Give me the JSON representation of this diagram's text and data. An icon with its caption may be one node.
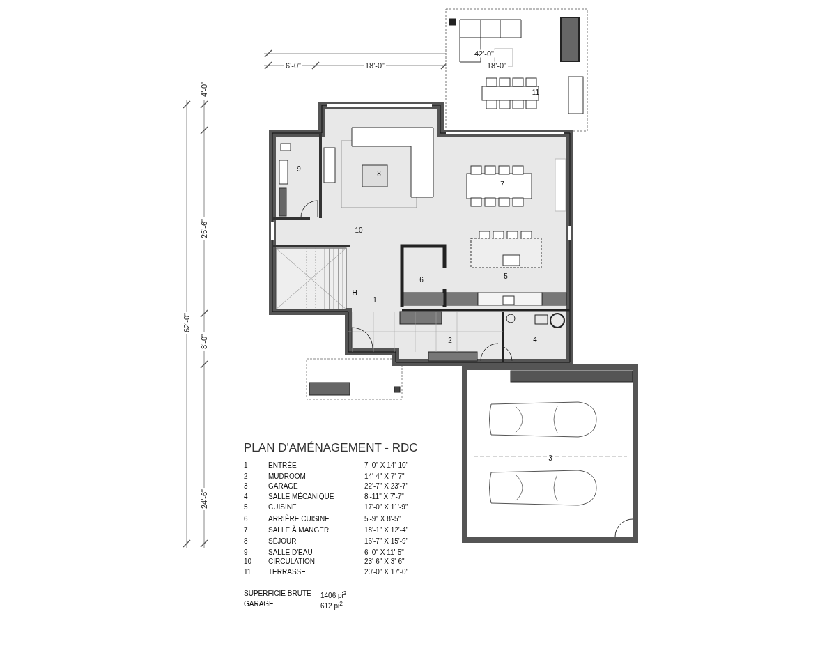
{
  "diagram": {
    "title": "PLAN D'AMÉNAGEMENT - RDC",
    "labels": [
      "42'-0\"",
      "6'-0\"",
      "18'-0\"",
      "18'-0\"",
      "4'-0\"",
      "62'-0\"",
      "25'-6\"",
      "8'-0\"",
      "24'-6\"",
      "11",
      "9",
      "8",
      "7",
      "10",
      "5",
      "6",
      "H",
      "1",
      "2",
      "4",
      "3",
      "1",
      "ENTRÉE",
      "7'-0\" X 14'-10\"",
      "2",
      "MUDROOM",
      "14'-4\" X 7'-7\"",
      "3",
      "GARAGE",
      "22'-7\" X 23'-7\"",
      "4",
      "SALLE MÉCANIQUE",
      "8'-11\" X 7'-7\"",
      "5",
      "CUISINE",
      "17'-0\" X 11'-9\"",
      "6",
      "ARRIÈRE CUISINE",
      "5'-9\" X 8'-5\"",
      "7",
      "SALLE À MANGER",
      "18'-1\" X 12'-4\"",
      "8",
      "SÉJOUR",
      "16'-7\" X 15'-9\"",
      "9",
      "SALLE D'EAU",
      "6'-0\" X 11'-5\"",
      "10",
      "CIRCULATION",
      "23'-6\" X 3'-6\"",
      "11",
      "TERRASSE",
      "20'-0\" X 17'-0\"",
      "SUPERFICIE BRUTE",
      "1406 pi$^{2}$",
      "GARAGE",
      "612 pi$^{2}$"
    ]
  }
}
